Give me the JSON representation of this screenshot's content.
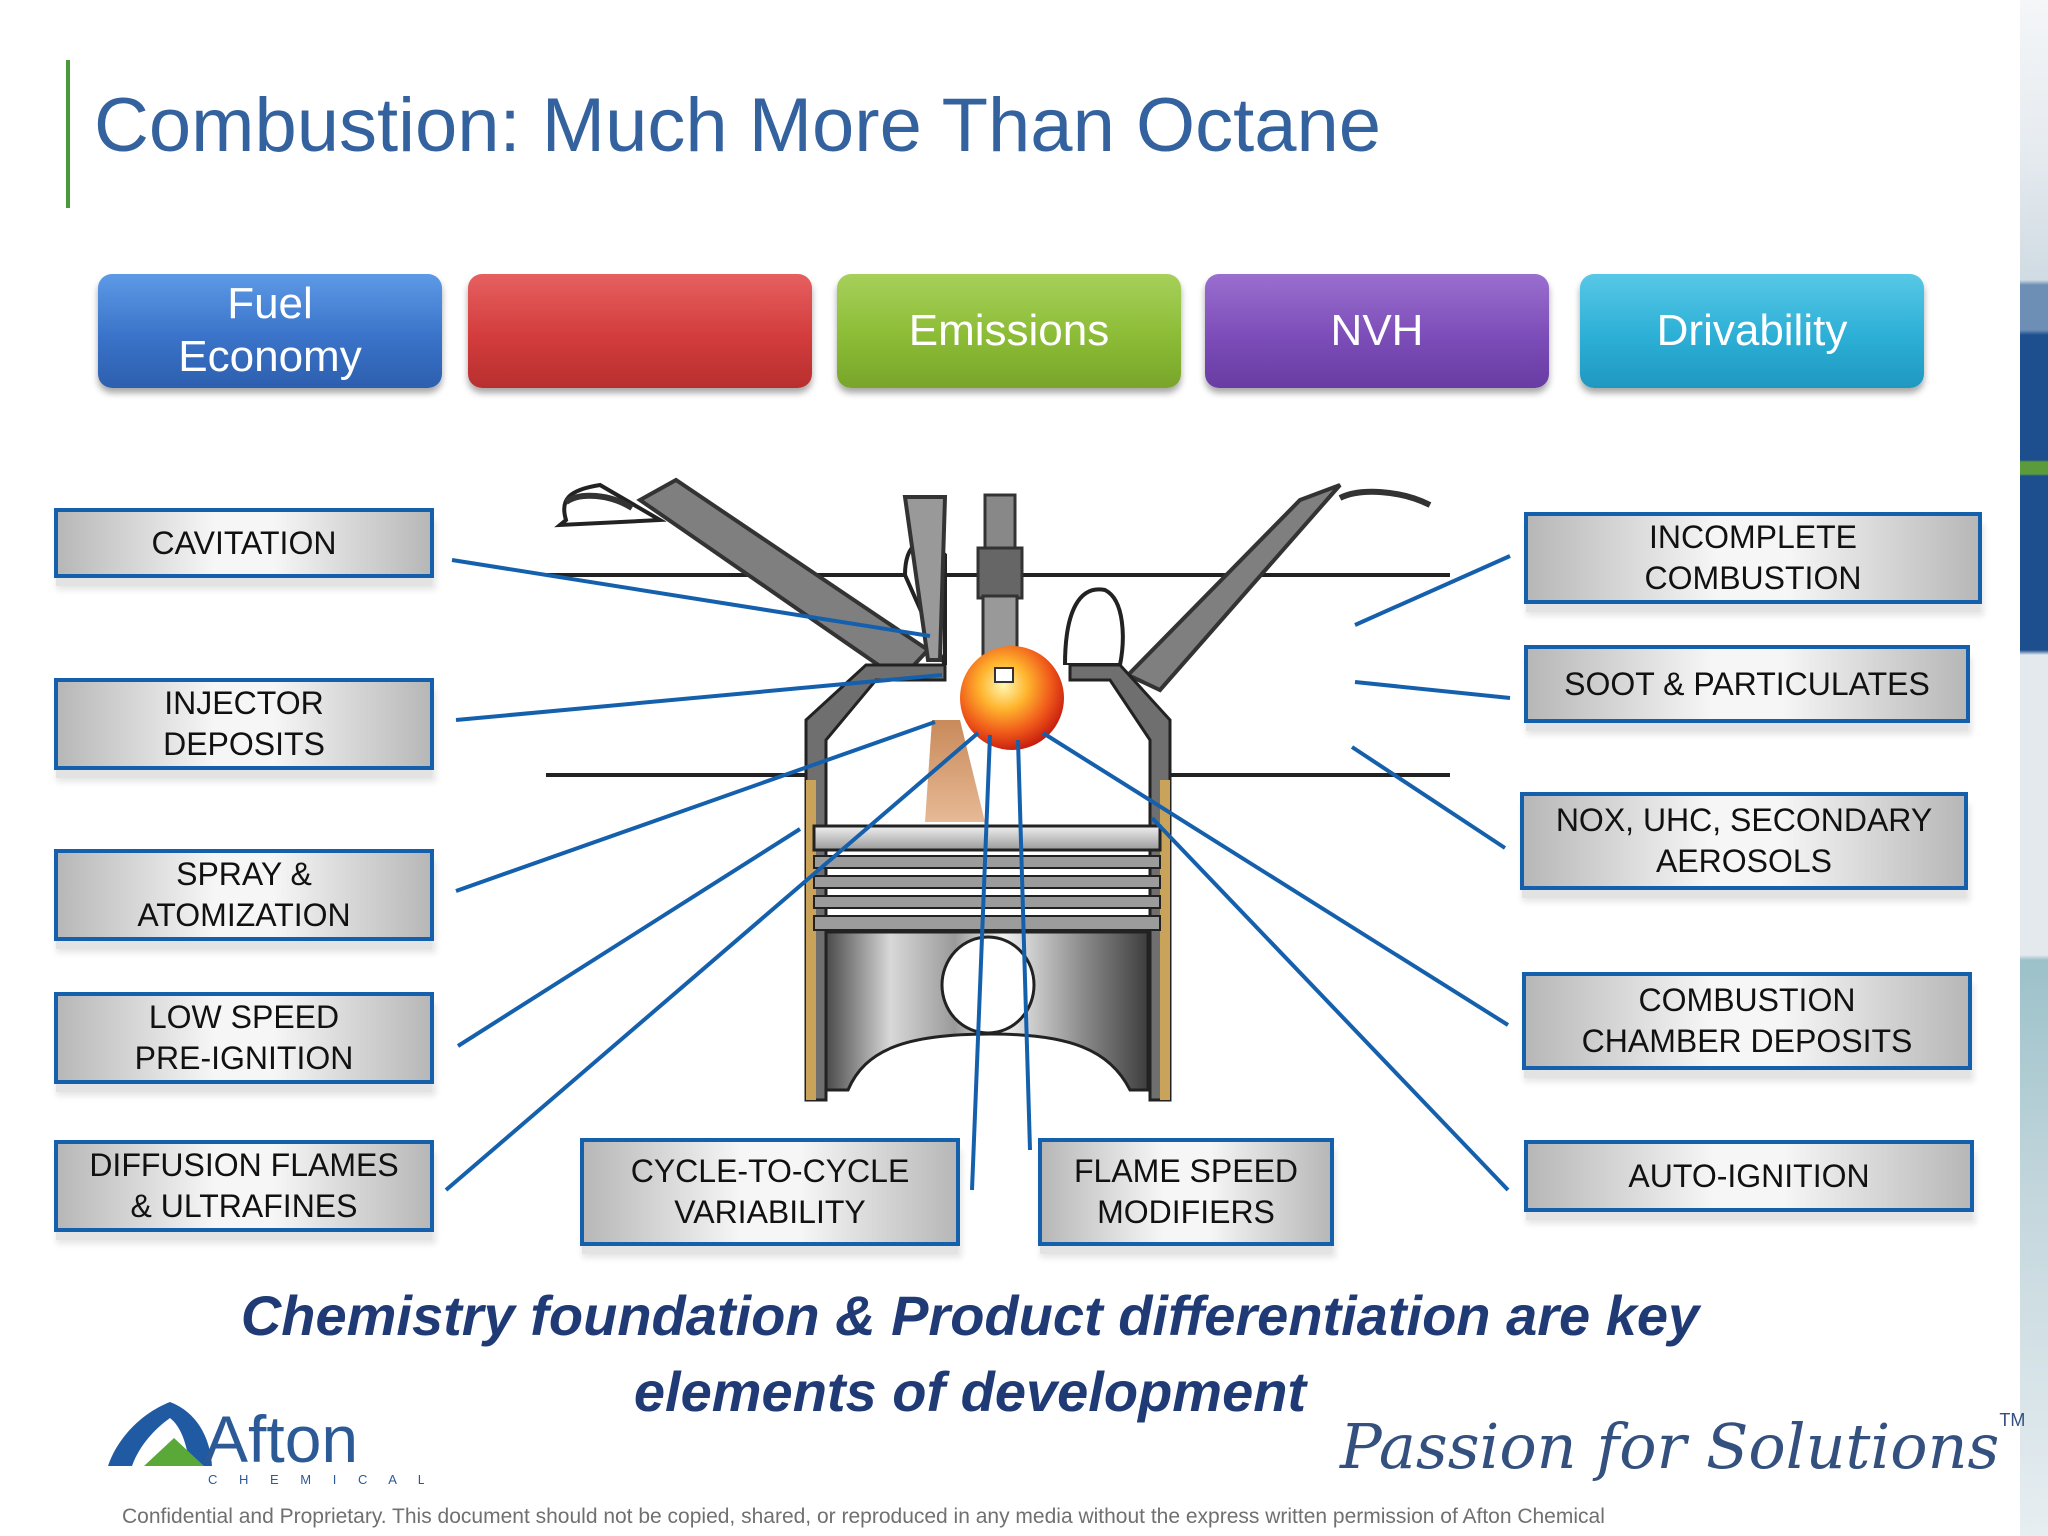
{
  "title": "Combustion: Much More Than Octane",
  "categories": [
    {
      "label": "Fuel\nEconomy",
      "color": "#3a73c9"
    },
    {
      "label": "",
      "color": "#d33c3c"
    },
    {
      "label": "Emissions",
      "color": "#8cbc36"
    },
    {
      "label": "NVH",
      "color": "#7c4db8"
    },
    {
      "label": "Drivability",
      "color": "#2cafd6"
    }
  ],
  "left_labels": [
    "CAVITATION",
    "INJECTOR\nDEPOSITS",
    "SPRAY &\nATOMIZATION",
    "LOW SPEED\nPRE-IGNITION",
    "DIFFUSION FLAMES\n& ULTRAFINES"
  ],
  "bottom_labels": [
    "CYCLE-TO-CYCLE\nVARIABILITY",
    "FLAME SPEED\nMODIFIERS"
  ],
  "right_labels": [
    "INCOMPLETE\nCOMBUSTION",
    "SOOT & PARTICULATES",
    "NOX, UHC, SECONDARY\nAEROSOLS",
    "COMBUSTION\nCHAMBER DEPOSITS",
    "AUTO-IGNITION"
  ],
  "tagline": "Chemistry foundation & Product differentiation are key\nelements of development",
  "logo": {
    "name": "Afton",
    "sub": "C H E M I C A L"
  },
  "slogan": "Passion for Solutions",
  "slogan_tm": "TM",
  "footer": "Confidential and Proprietary. This document should not be copied, shared, or reproduced in any media without the express written permission of Afton   Chemical",
  "colors": {
    "title": "#34629e",
    "leader_line": "#1560ad",
    "label_border": "#1560ad",
    "tagline": "#1f3a75",
    "accent_bar": "#4a9a3a"
  }
}
